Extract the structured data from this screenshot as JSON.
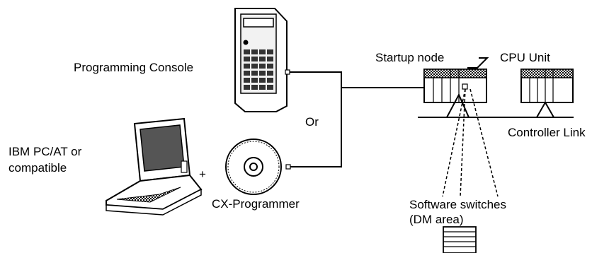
{
  "labels": {
    "programming_console": "Programming Console",
    "or": "Or",
    "ibm_pc_line1": "IBM PC/AT or",
    "ibm_pc_line2": "compatible",
    "plus": "+",
    "cx_programmer": "CX-Programmer",
    "startup_node": "Startup node",
    "cpu_unit": "CPU Unit",
    "controller_link": "Controller Link",
    "software_switches": "Software switches",
    "dm_area": "(DM area)"
  },
  "colors": {
    "line": "#000000",
    "fill_light": "#ffffff",
    "fill_grey": "#d9d9d9",
    "fill_dark": "#555555"
  }
}
